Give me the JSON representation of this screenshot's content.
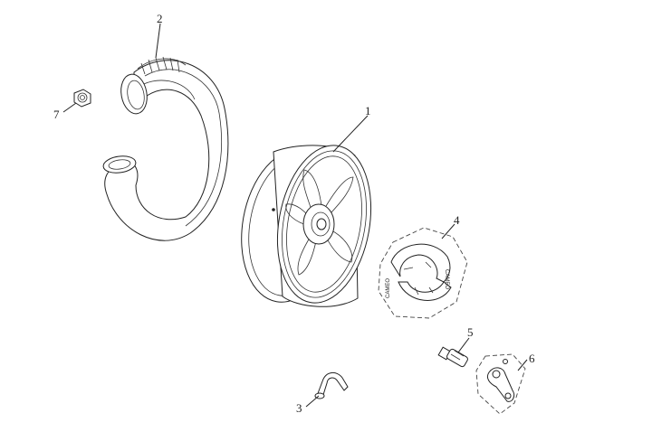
{
  "diagram": {
    "callouts": [
      {
        "id": "1",
        "text": "1"
      },
      {
        "id": "2",
        "text": "2"
      },
      {
        "id": "3",
        "text": "3"
      },
      {
        "id": "4",
        "text": "4"
      },
      {
        "id": "5",
        "text": "5"
      },
      {
        "id": "6",
        "text": "6"
      },
      {
        "id": "7",
        "text": "7"
      }
    ],
    "brake_shoe_markings": [
      "CAMEO",
      "CAMEO"
    ]
  }
}
